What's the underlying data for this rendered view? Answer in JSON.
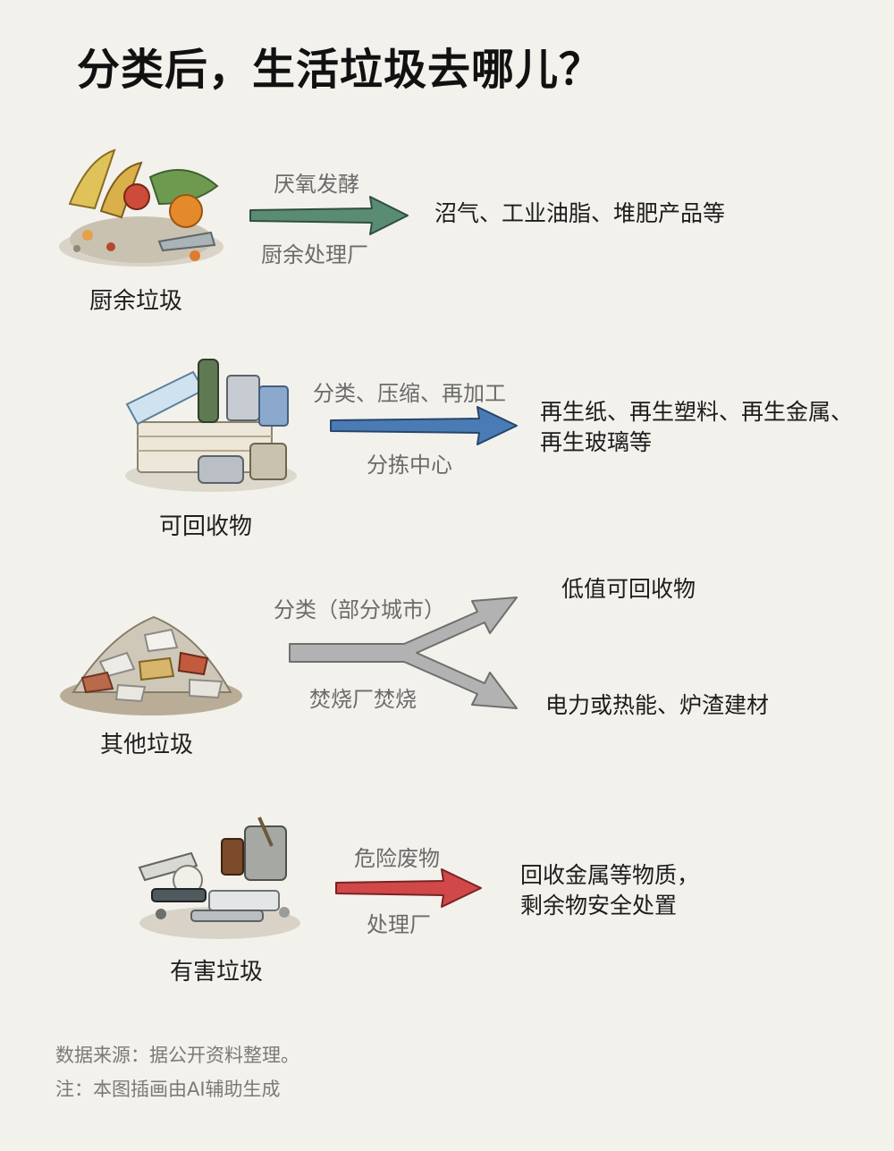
{
  "title": "分类后，生活垃圾去哪儿？",
  "colors": {
    "background": "#f3f1ec",
    "kitchen_arrow": "#5a8c73",
    "recyclable_arrow": "#4a7bb5",
    "other_arrow": "#a9a9a9",
    "hazardous_arrow": "#d04848"
  },
  "rows": [
    {
      "category": "厨余垃圾",
      "icon": "food-waste-pile-icon",
      "process_top": "厌氧发酵",
      "process_bottom": "厨余处理厂",
      "output": "沼气、工业油脂、堆肥产品等"
    },
    {
      "category": "可回收物",
      "icon": "recyclables-pile-icon",
      "process_top": "分类、压缩、再加工",
      "process_bottom": "分拣中心",
      "output_line1": "再生纸、再生塑料、再生金属、",
      "output_line2": "再生玻璃等"
    },
    {
      "category": "其他垃圾",
      "icon": "residual-waste-pile-icon",
      "process_top": "分类（部分城市）",
      "process_bottom": "焚烧厂焚烧",
      "output_top": "低值可回收物",
      "output_bottom": "电力或热能、炉渣建材"
    },
    {
      "category": "有害垃圾",
      "icon": "hazardous-waste-pile-icon",
      "process_top": "危险废物",
      "process_bottom": "处理厂",
      "output_line1": "回收金属等物质，",
      "output_line2": "剩余物安全处置"
    }
  ],
  "footer": {
    "source": "数据来源：据公开资料整理。",
    "note": "注：本图插画由AI辅助生成"
  }
}
